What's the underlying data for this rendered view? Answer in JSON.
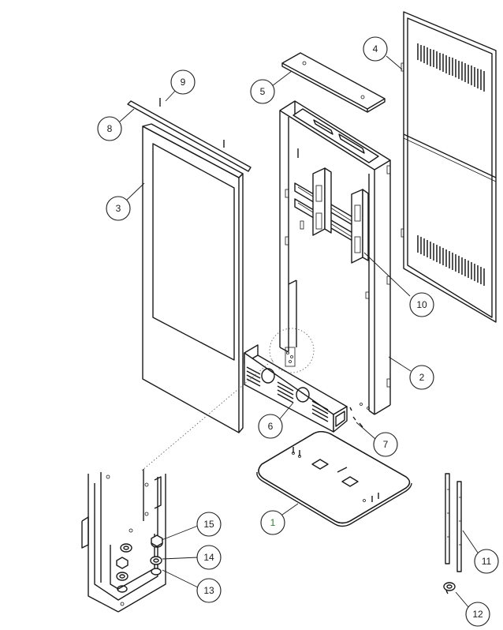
{
  "callouts": [
    {
      "id": "1",
      "label": "1",
      "color": "#2e7d32"
    },
    {
      "id": "2",
      "label": "2",
      "color": "#1a1a1a"
    },
    {
      "id": "3",
      "label": "3",
      "color": "#1a1a1a"
    },
    {
      "id": "4",
      "label": "4",
      "color": "#1a1a1a"
    },
    {
      "id": "5",
      "label": "5",
      "color": "#1a1a1a"
    },
    {
      "id": "6",
      "label": "6",
      "color": "#1a1a1a"
    },
    {
      "id": "7",
      "label": "7",
      "color": "#1a1a1a"
    },
    {
      "id": "8",
      "label": "8",
      "color": "#1a1a1a"
    },
    {
      "id": "9",
      "label": "9",
      "color": "#1a1a1a"
    },
    {
      "id": "10",
      "label": "10",
      "color": "#1a1a1a"
    },
    {
      "id": "11",
      "label": "11",
      "color": "#1a1a1a"
    },
    {
      "id": "12",
      "label": "12",
      "color": "#1a1a1a"
    },
    {
      "id": "13",
      "label": "13",
      "color": "#1a1a1a"
    },
    {
      "id": "14",
      "label": "14",
      "color": "#1a1a1a"
    },
    {
      "id": "15",
      "label": "15",
      "color": "#1a1a1a"
    }
  ]
}
